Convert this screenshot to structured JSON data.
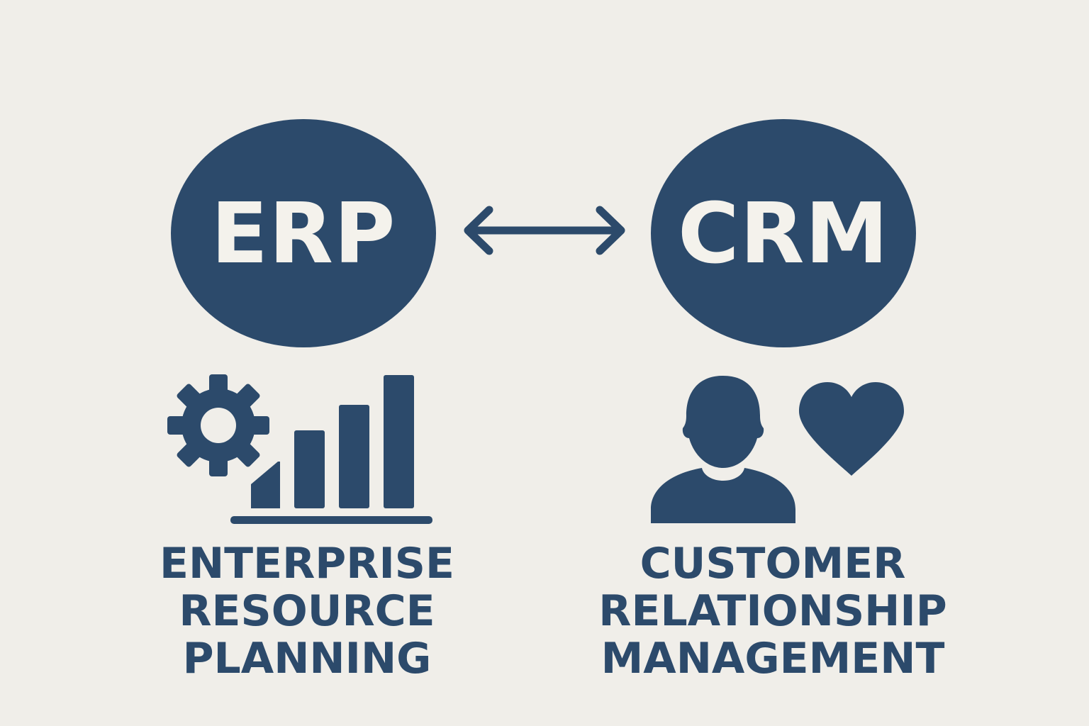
{
  "colors": {
    "background": "#f0eee9",
    "primary": "#2c4a6b",
    "circle_text": "#f4f2ec"
  },
  "erp": {
    "abbreviation": "ERP",
    "lines": [
      "ENTERPRISE",
      "RESOURCE",
      "PLANNING"
    ],
    "icons": [
      "gear-icon",
      "bar-chart-icon"
    ]
  },
  "crm": {
    "abbreviation": "CRM",
    "lines": [
      "CUSTOMER",
      "RELATIONSHIP",
      "MANAGEMENT"
    ],
    "icons": [
      "person-icon",
      "heart-icon"
    ]
  },
  "connector": {
    "icon": "double-arrow-icon"
  }
}
